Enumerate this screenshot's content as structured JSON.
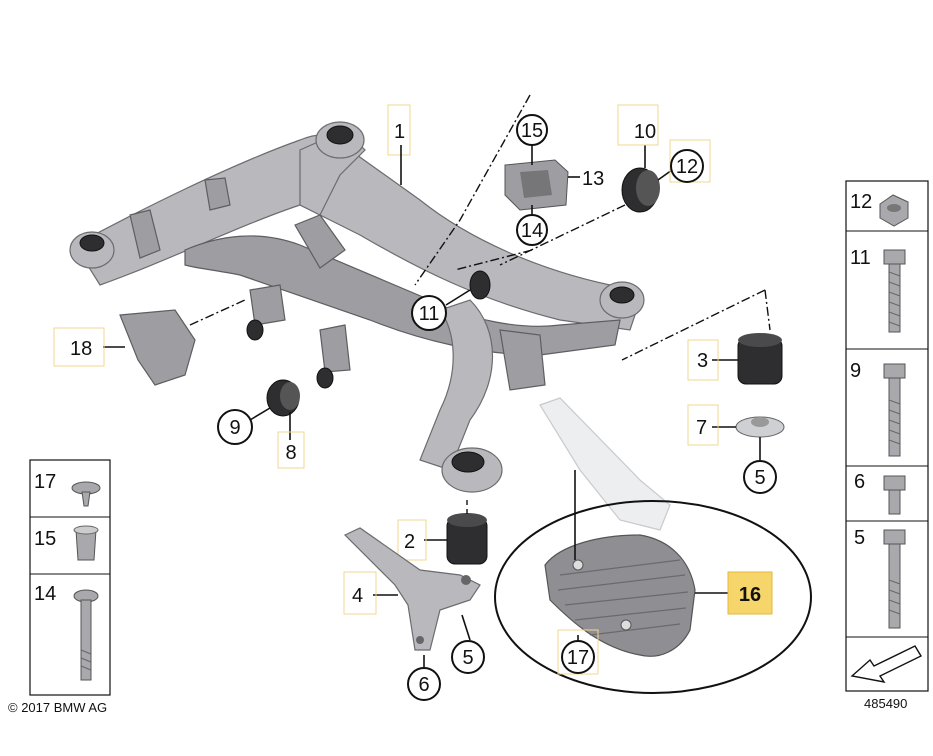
{
  "callouts": {
    "c1": "1",
    "c2": "2",
    "c3": "3",
    "c4": "4",
    "c5a": "5",
    "c5b": "5",
    "c6": "6",
    "c7": "7",
    "c8": "8",
    "c9": "9",
    "c10": "10",
    "c11": "11",
    "c12": "12",
    "c13": "13",
    "c14": "14",
    "c15": "15",
    "c16": "16",
    "c17": "17",
    "c18": "18"
  },
  "side_panel": {
    "rows": [
      "12",
      "11",
      "9",
      "6",
      "5"
    ]
  },
  "bottom_left_panel": {
    "rows": [
      "17",
      "15",
      "14"
    ]
  },
  "copyright": "© 2017 BMW AG",
  "diagram_number": "485490",
  "highlight_color": "#f6d56a"
}
